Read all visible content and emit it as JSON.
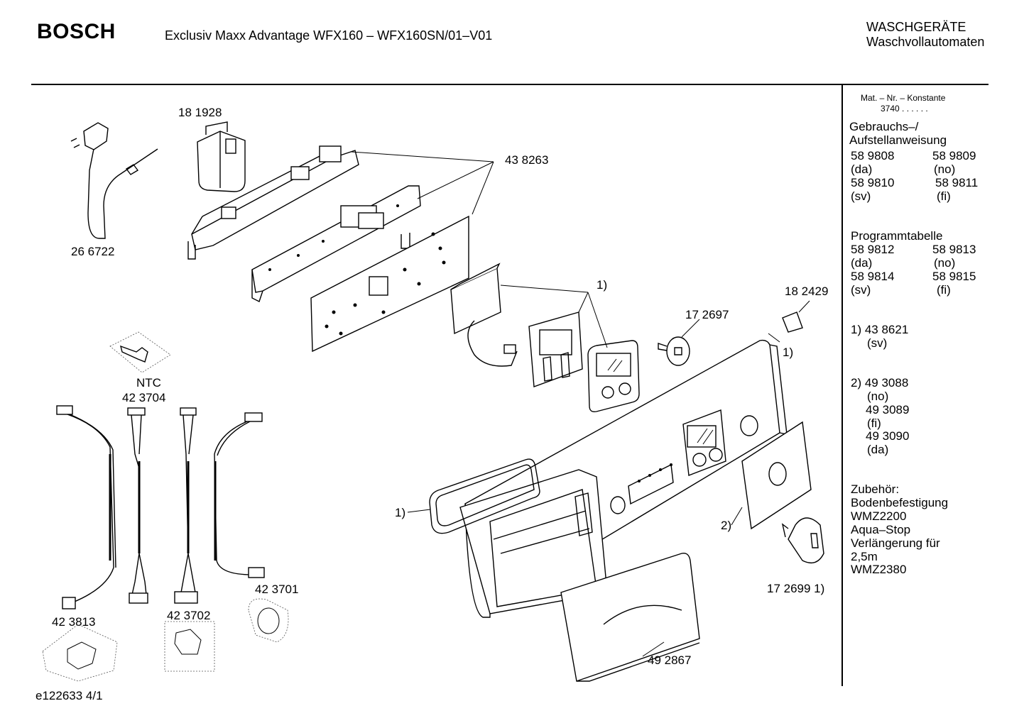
{
  "header": {
    "brand": "BOSCH",
    "title": "Exclusiv Maxx Advantage WFX160 – WFX160SN/01–V01",
    "category_line1": "WASCHGERÄTE",
    "category_line2": "Waschvollautomaten"
  },
  "parts": {
    "p181928": "18 1928",
    "p438263": "43 8263",
    "p266722": "26 6722",
    "note1_top": "1)",
    "p182429": "18 2429",
    "p172697": "17 2697",
    "note1_right": "1)",
    "ntc": "NTC",
    "p423704": "42 3704",
    "note1_left": "1)",
    "note2": "2)",
    "p1726991": "17 2699 1)",
    "p423701": "42 3701",
    "p423702": "42 3702",
    "p423813": "42 3813",
    "p492867": "49 2867"
  },
  "footer": {
    "ref": "e122633 4/1"
  },
  "sidebar": {
    "mat_label": "Mat. – Nr. – Konstante",
    "mat_value": "3740  .  .  .  .  .  .",
    "manual_title1": "Gebrauchs–/",
    "manual_title2": "Aufstellanweisung",
    "m1": "58 9808",
    "m1l": "(da)",
    "m2": "58 9809",
    "m2l": "(no)",
    "m3": "58 9810",
    "m3l": "(sv)",
    "m4": "58 9811",
    "m4l": "(fi)",
    "prog_title": "Programmtabelle",
    "t1": "58 9812",
    "t1l": "(da)",
    "t2": "58 9813",
    "t2l": "(no)",
    "t3": "58 9814",
    "t3l": "(sv)",
    "t4": "58 9815",
    "t4l": "(fi)",
    "n1": "1)  43 8621",
    "n1l": "(sv)",
    "n2": "2)  49 3088",
    "n2a": "(no)",
    "n2b": "49 3089",
    "n2bl": "(fi)",
    "n2c": "49 3090",
    "n2cl": "(da)",
    "acc1": "Zubehör:",
    "acc2": "Bodenbefestigung",
    "acc3": "WMZ2200",
    "acc4": "Aqua–Stop",
    "acc5": "Verlängerung für",
    "acc6": "2,5m",
    "acc7": "WMZ2380"
  }
}
